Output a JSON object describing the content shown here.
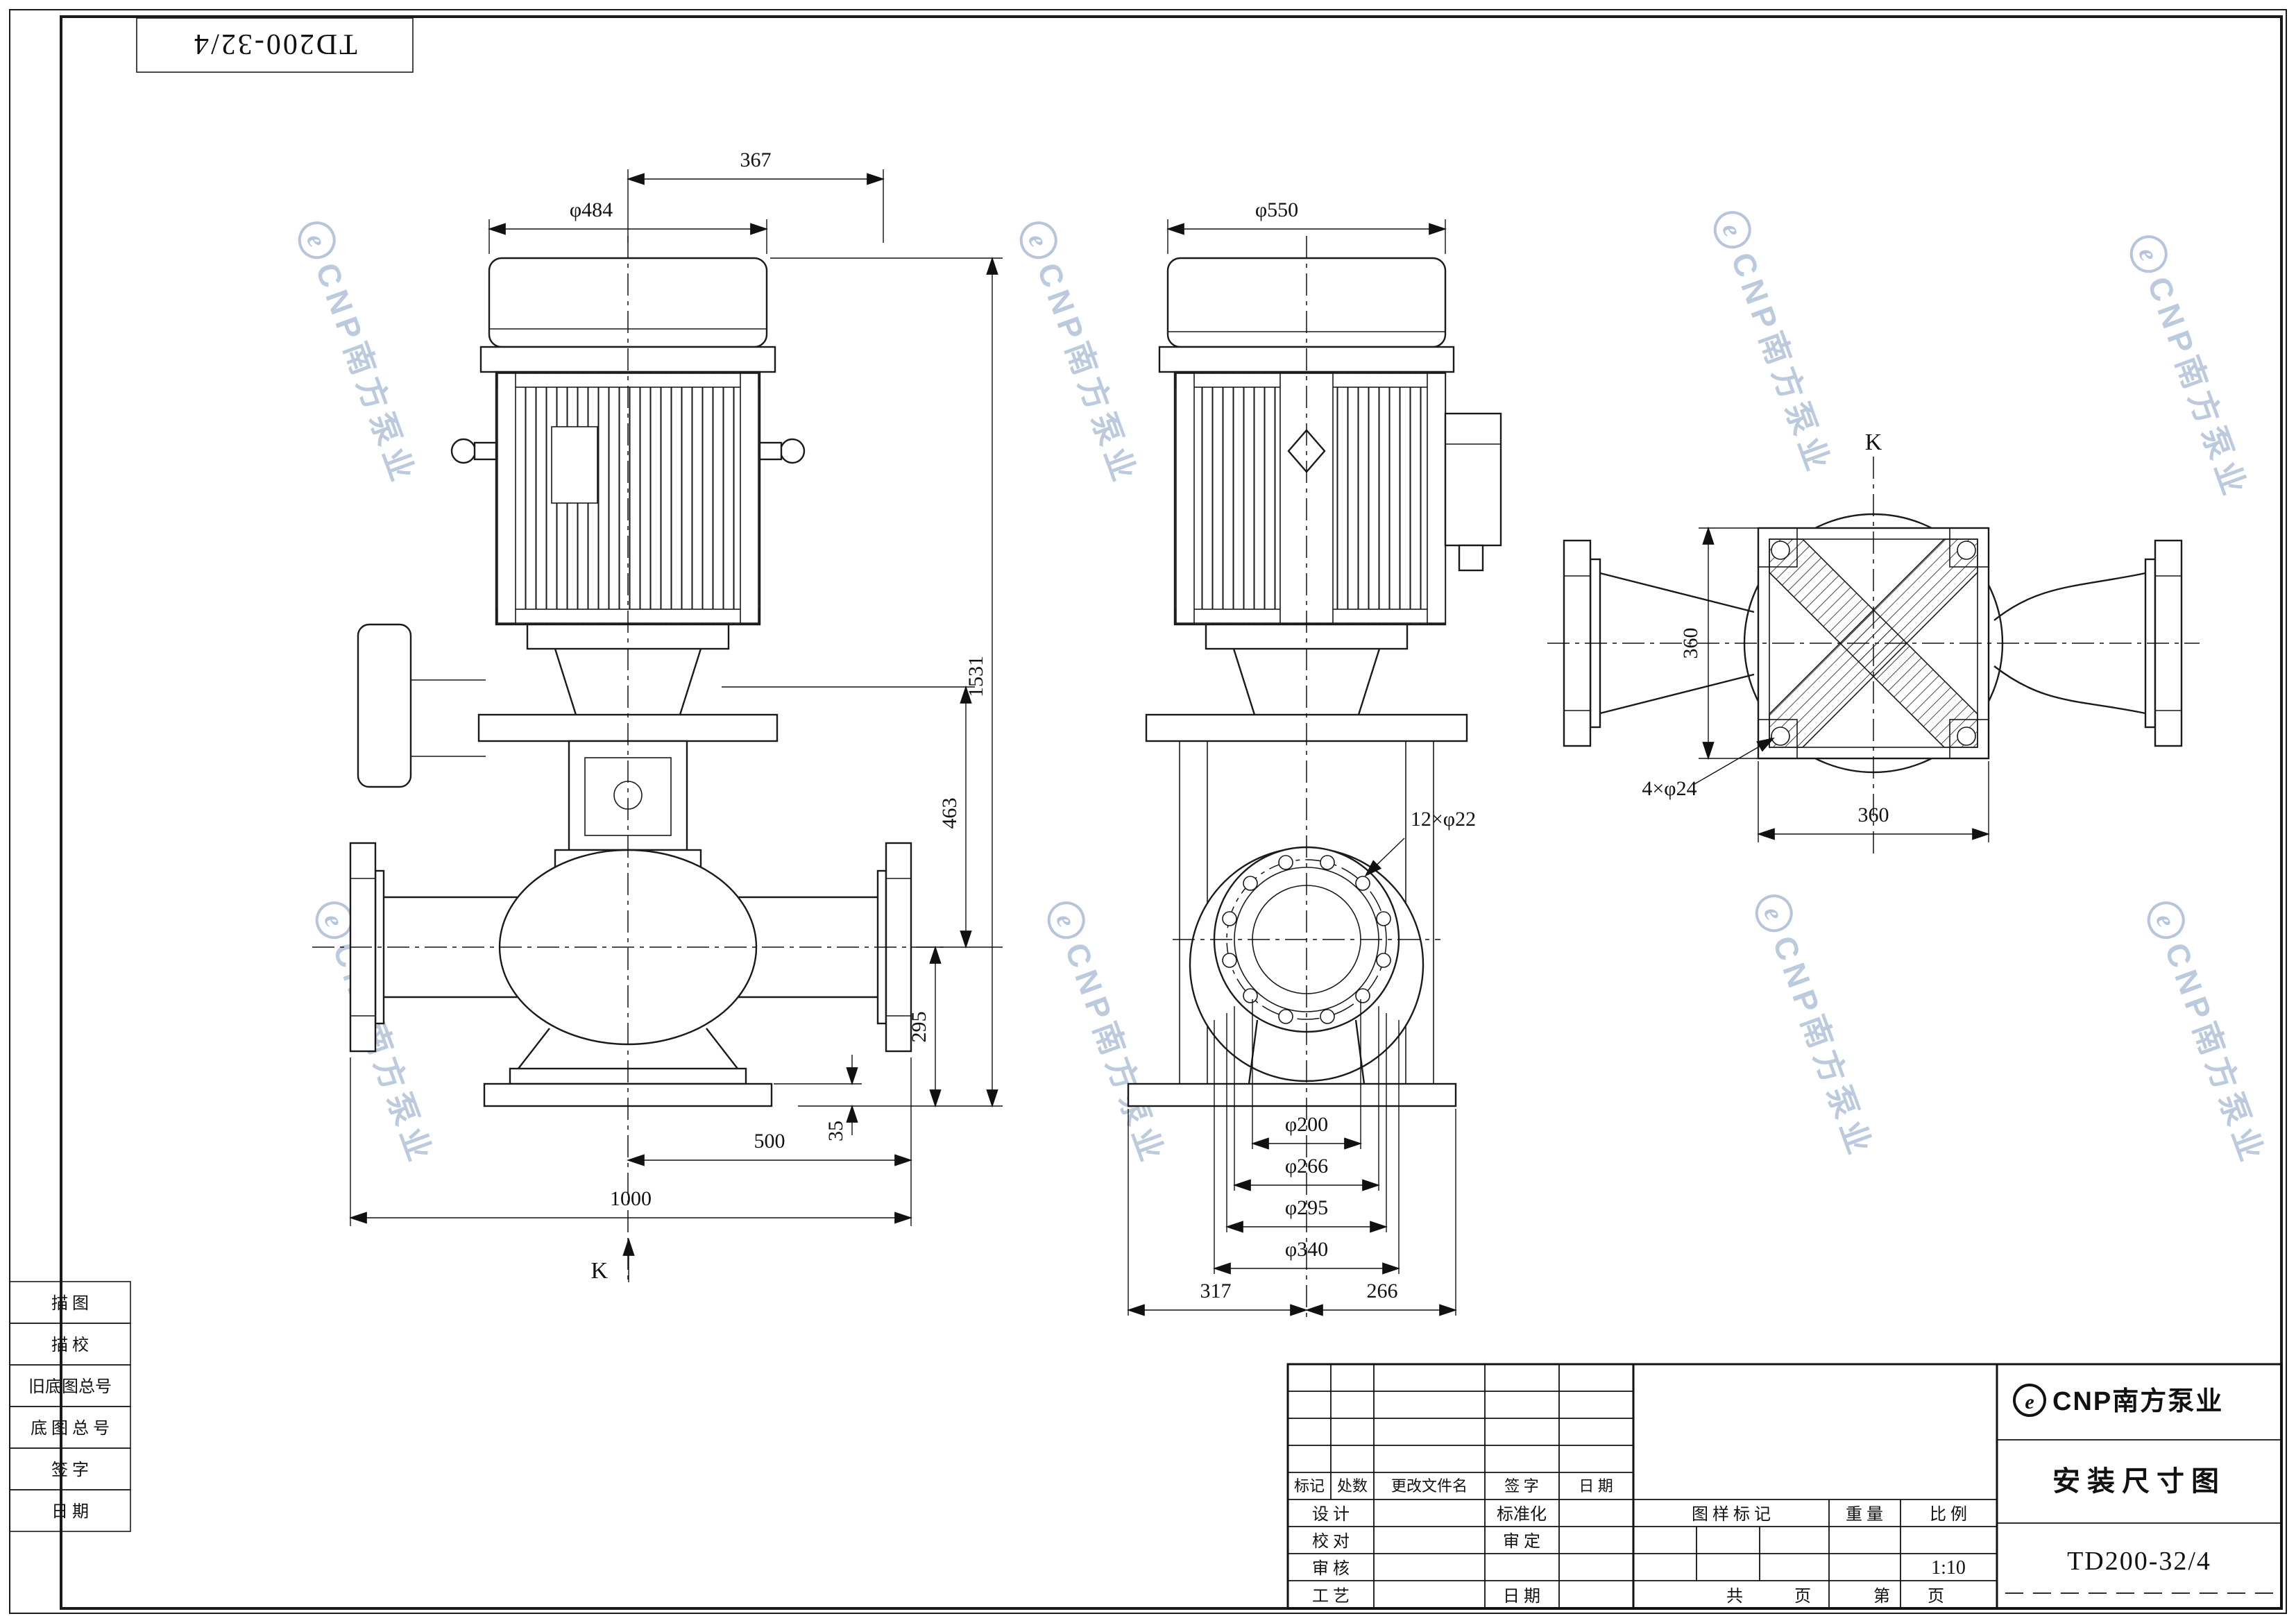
{
  "sheet": {
    "corner_label": "TD200-32/4",
    "watermark_text": "CNP南方泵业",
    "sidebar": [
      "描 图",
      "描 校",
      "旧底图总号",
      "底 图 总 号",
      "签 字",
      "日 期"
    ]
  },
  "views": {
    "front": {
      "d367": "367",
      "d484": "φ484",
      "d1531": "1531",
      "d463": "463",
      "d295": "295",
      "d500": "500",
      "d35": "35",
      "d1000": "1000",
      "k": "K"
    },
    "side": {
      "d550": "φ550",
      "bolts": "12×φ22",
      "d200": "φ200",
      "d266": "φ266",
      "d295": "φ295",
      "d340": "φ340",
      "w317": "317",
      "w266": "266"
    },
    "top": {
      "k": "K",
      "v360": "360",
      "h360": "360",
      "bolts": "4×φ24"
    }
  },
  "title_block": {
    "rev_headers": [
      "标记",
      "处数",
      "更改文件名",
      "签 字",
      "日 期"
    ],
    "left_labels": [
      "设 计",
      "校 对",
      "审 核",
      "工 艺"
    ],
    "mid_labels": [
      "标准化",
      "审 定",
      "日 期"
    ],
    "spec_headers": [
      "图 样 标 记",
      "重 量",
      "比 例"
    ],
    "scale": "1:10",
    "gong": "共",
    "ye1": "页",
    "di": "第",
    "ye2": "页",
    "company": "CNP南方泵业",
    "title": "安装尺寸图",
    "model": "TD200-32/4"
  }
}
